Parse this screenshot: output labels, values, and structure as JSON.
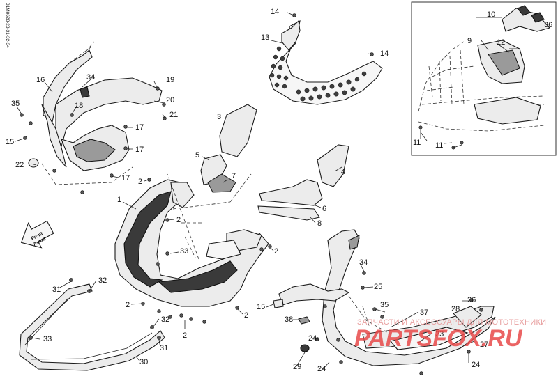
{
  "side_code": "31M0628-28-31-32-34",
  "direction_arrow": {
    "line1": "Front",
    "line2": "Avant"
  },
  "watermark": {
    "caption": "ЗАПЧАСТИ И АКСЕССУАРЫ ДЛЯ МОТОТЕХНИКИ",
    "brand": "PARTSFOX.RU"
  },
  "callouts": {
    "c1": "1",
    "c2a": "2",
    "c2b": "2",
    "c2c": "2",
    "c2d": "2",
    "c2e": "2",
    "c2f": "2",
    "c3": "3",
    "c4": "4",
    "c5": "5",
    "c6": "6",
    "c7": "7",
    "c8": "8",
    "c9": "9",
    "c10": "10",
    "c11a": "11",
    "c11b": "11",
    "c12": "12",
    "c13": "13",
    "c14a": "14",
    "c14b": "14",
    "c15a": "15",
    "c15b": "15",
    "c16": "16",
    "c17a": "17",
    "c17b": "17",
    "c17c": "17",
    "c18": "18",
    "c19": "19",
    "c20": "20",
    "c21": "21",
    "c22": "22",
    "c23": "23",
    "c24a": "24",
    "c24b": "24",
    "c24c": "24",
    "c25": "25",
    "c26": "26",
    "c27": "27",
    "c28": "28",
    "c29": "29",
    "c30": "30",
    "c31a": "31",
    "c31b": "31",
    "c32a": "32",
    "c32b": "32",
    "c33a": "33",
    "c33b": "33",
    "c34a": "34",
    "c34b": "34",
    "c35a": "35",
    "c35b": "35",
    "c36": "36",
    "c37": "37",
    "c38": "38"
  }
}
